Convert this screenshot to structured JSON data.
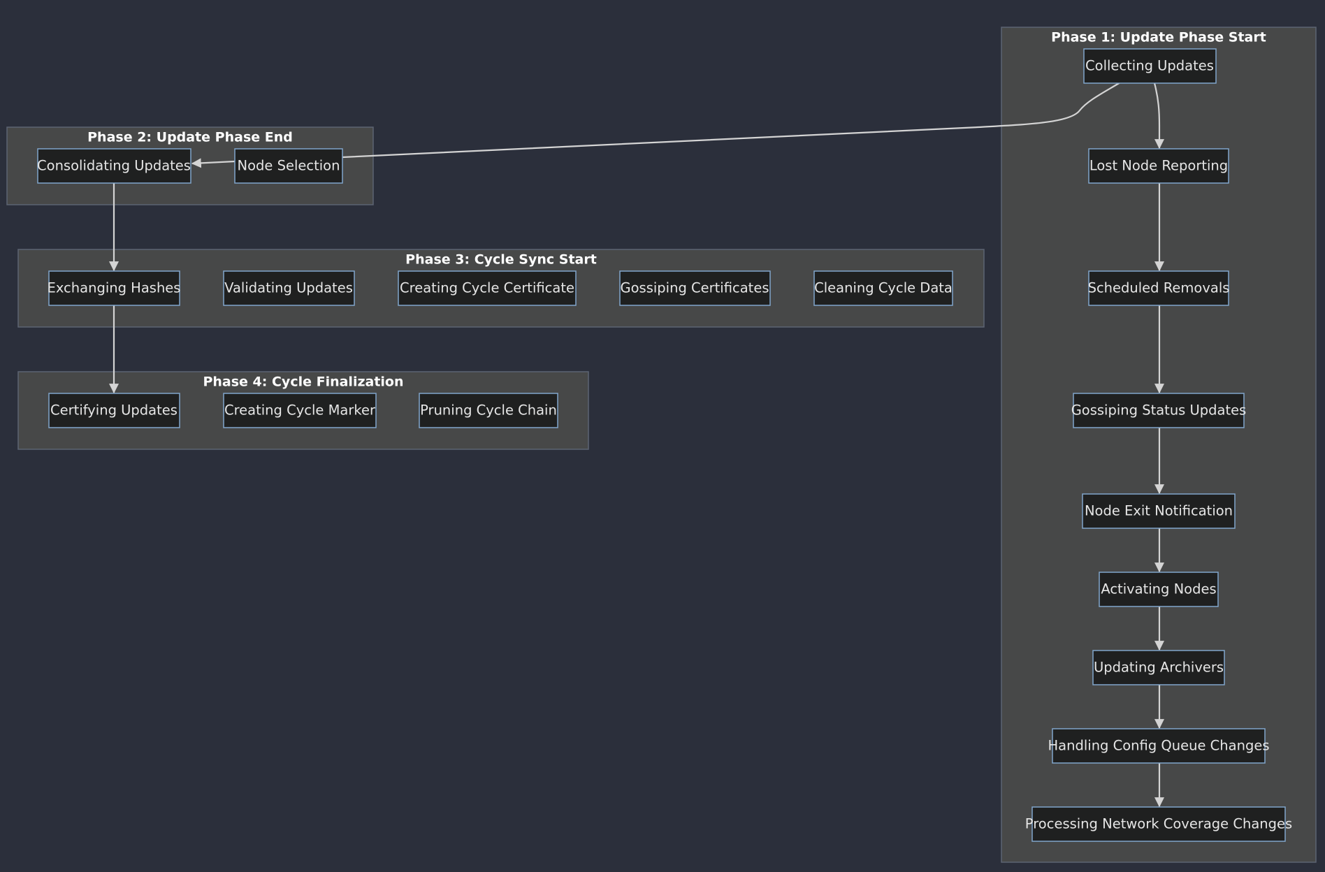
{
  "colors": {
    "background": "#2b2f3b",
    "cluster_fill": "#474848",
    "cluster_stroke": "#5c6472",
    "node_fill": "#1f2020",
    "node_stroke": "#81a6cc",
    "edge": "#d4d4d4",
    "text": "#e6e6e6"
  },
  "clusters": {
    "phase1": {
      "title": "Phase 1: Update Phase Start"
    },
    "phase2": {
      "title": "Phase 2: Update Phase End"
    },
    "phase3": {
      "title": "Phase 3: Cycle Sync Start"
    },
    "phase4": {
      "title": "Phase 4: Cycle Finalization"
    }
  },
  "nodes": {
    "collecting_updates": "Collecting Updates",
    "lost_node_reporting": "Lost Node Reporting",
    "scheduled_removals": "Scheduled Removals",
    "gossiping_status_updates": "Gossiping Status Updates",
    "node_exit_notification": "Node Exit Notification",
    "activating_nodes": "Activating Nodes",
    "updating_archivers": "Updating Archivers",
    "handling_config_queue_changes": "Handling Config Queue Changes",
    "processing_network_coverage_changes": "Processing Network Coverage Changes",
    "consolidating_updates": "Consolidating Updates",
    "node_selection": "Node Selection",
    "exchanging_hashes": "Exchanging Hashes",
    "validating_updates": "Validating Updates",
    "creating_cycle_certificate": "Creating Cycle Certificate",
    "gossiping_certificates": "Gossiping Certificates",
    "cleaning_cycle_data": "Cleaning Cycle Data",
    "certifying_updates": "Certifying Updates",
    "creating_cycle_marker": "Creating Cycle Marker",
    "pruning_cycle_chain": "Pruning Cycle Chain"
  },
  "edges": [
    {
      "from": "collecting_updates",
      "to": "lost_node_reporting"
    },
    {
      "from": "lost_node_reporting",
      "to": "scheduled_removals"
    },
    {
      "from": "scheduled_removals",
      "to": "gossiping_status_updates"
    },
    {
      "from": "gossiping_status_updates",
      "to": "node_exit_notification"
    },
    {
      "from": "node_exit_notification",
      "to": "activating_nodes"
    },
    {
      "from": "activating_nodes",
      "to": "updating_archivers"
    },
    {
      "from": "updating_archivers",
      "to": "handling_config_queue_changes"
    },
    {
      "from": "handling_config_queue_changes",
      "to": "processing_network_coverage_changes"
    },
    {
      "from": "collecting_updates",
      "to": "node_selection"
    },
    {
      "from": "node_selection",
      "to": "consolidating_updates"
    },
    {
      "from": "consolidating_updates",
      "to": "exchanging_hashes"
    },
    {
      "from": "exchanging_hashes",
      "to": "certifying_updates"
    }
  ]
}
